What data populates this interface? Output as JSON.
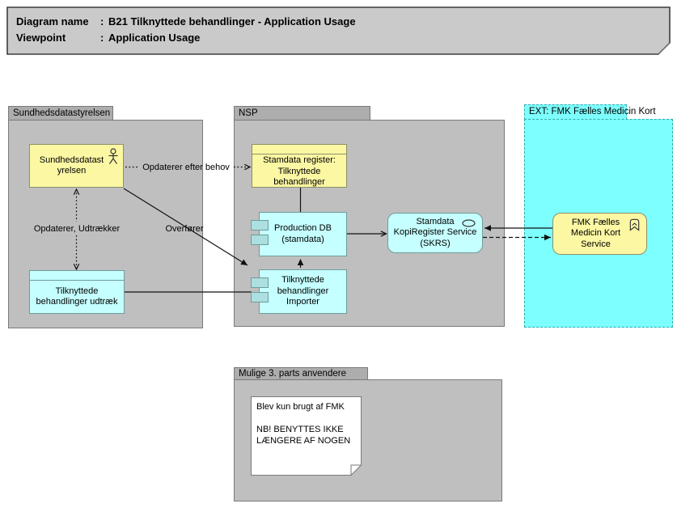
{
  "title": {
    "separator": ":",
    "rows": [
      {
        "label": "Diagram name",
        "value": "B21 Tilknyttede behandlinger - Application Usage"
      },
      {
        "label": "Viewpoint",
        "value": "Application Usage"
      }
    ]
  },
  "groups": {
    "sds": {
      "label": "Sundhedsdatastyrelsen"
    },
    "nsp": {
      "label": "NSP"
    },
    "ext": {
      "label": "EXT: FMK Fælles Medicin Kort"
    },
    "third_party": {
      "label": "Mulige 3. parts anvendere"
    }
  },
  "nodes": {
    "actor": {
      "label": "Sundhedsdatast yrelsen",
      "icon": "actor-icon"
    },
    "stamdata_register": {
      "label": "Stamdata register: Tilknyttede behandlinger"
    },
    "production_db": {
      "label": "Production DB (stamdata)"
    },
    "importer": {
      "label": "Tilknyttede behandlinger Importer"
    },
    "skrs": {
      "label": "Stamdata KopiRegister Service (SKRS)",
      "icon": "service-ellipse-icon"
    },
    "udtraek": {
      "label": "Tilknyttede behandlinger udtræk"
    },
    "fmk_service": {
      "label": "FMK Fælles Medicin Kort Service",
      "icon": "bookmark-chevron-icon"
    }
  },
  "relations": {
    "opdaterer_udtraekker": {
      "label": "Opdaterer, Udtrækker",
      "style": "dotted-double-open-arrow"
    },
    "opdaterer_efter_behov": {
      "label": "Opdaterer efter behov",
      "style": "dotted-open-arrow"
    },
    "overfoerer": {
      "label": "Overfører",
      "style": "solid-filled-arrow"
    },
    "udtraek_to_importer": {
      "label": "",
      "style": "solid-line"
    },
    "importer_to_db": {
      "label": "",
      "style": "dashed-filled-arrow"
    },
    "register_to_db": {
      "label": "",
      "style": "solid-line"
    },
    "db_to_skrs": {
      "label": "",
      "style": "solid-open-arrow"
    },
    "fmk_to_skrs": {
      "label": "",
      "style": "solid-filled-arrow"
    },
    "skrs_to_fmk": {
      "label": "",
      "style": "dashed-filled-arrow"
    }
  },
  "note": {
    "line1": "Blev kun brugt af FMK",
    "line2": "NB! BENYTTES IKKE LÆNGERE AF NOGEN"
  },
  "colors": {
    "group_gray": "#bfbfbf",
    "group_tab_gray": "#adadad",
    "title_gray": "#cacaca",
    "business_yellow": "#fbf7a3",
    "application_cyan": "#c5ffff",
    "ext_group_cyan": "#7dffff",
    "port_cyan": "#abdfe0",
    "line_black": "#111111"
  }
}
